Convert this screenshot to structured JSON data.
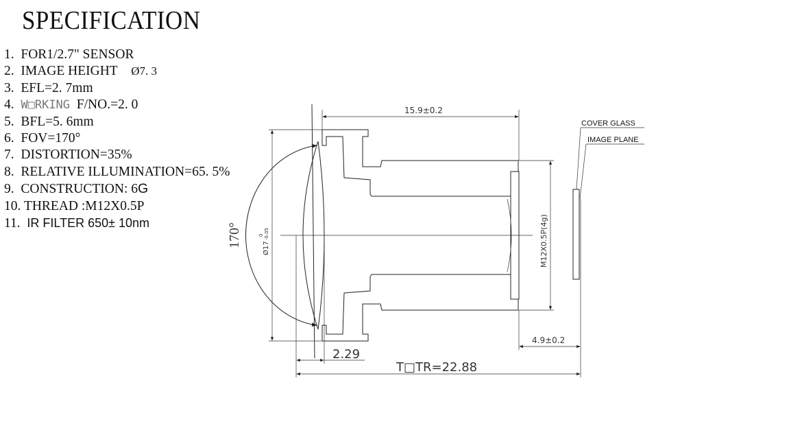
{
  "title": "SPECIFICATION",
  "specs": [
    {
      "num": "1.",
      "text": "FOR1/2.7\" SENSOR"
    },
    {
      "num": "2.",
      "text": "IMAGE HEIGHT",
      "value": "Ø7. 3"
    },
    {
      "num": "3.",
      "text": "EFL=2. 7mm"
    },
    {
      "num": "4.",
      "label": "W□RKING",
      "text": "F/NO.=2. 0"
    },
    {
      "num": "5.",
      "text": "BFL=5. 6mm"
    },
    {
      "num": "6.",
      "text": "FOV=170°"
    },
    {
      "num": "7.",
      "text": "DISTORTION=35%"
    },
    {
      "num": "8.",
      "text": "RELATIVE ILLUMINATION=65. 5%"
    },
    {
      "num": "9.",
      "text": "CONSTRUCTION: 6",
      "suffix": "G"
    },
    {
      "num": "10.",
      "text": "THREAD :M12X0.5P"
    },
    {
      "num": "11.",
      "text": "IR FILTER 650± 10nm"
    }
  ],
  "drawing": {
    "fov_angle": "170°",
    "diameter": "Ø17",
    "diameter_tol_upper": "0",
    "diameter_tol_lower": "-0.05",
    "length": "15.9±0.2",
    "thread": "M12X0.5P(4g)",
    "flange_back": "4.9±0.2",
    "front_offset": "2.29",
    "total_track": "T□TR=22.88",
    "cover_glass_label": "COVER GLASS",
    "image_plane_label": "IMAGE PLANE"
  }
}
